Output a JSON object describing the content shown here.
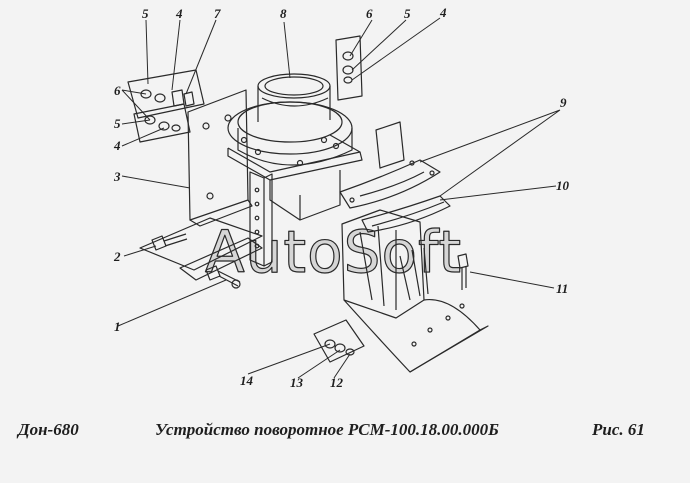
{
  "figure": {
    "watermark": "AutoSoft",
    "part_labels": [
      "1",
      "2",
      "3",
      "4",
      "4",
      "4",
      "5",
      "5",
      "5",
      "6",
      "6",
      "7",
      "8",
      "9",
      "10",
      "11",
      "12",
      "13",
      "14"
    ]
  },
  "caption": {
    "left": "Дон-680",
    "center": "Устройство поворотное РСМ-100.18.00.000Б",
    "right": "Рис.  61"
  },
  "colors": {
    "line": "#2a2a2a",
    "background": "#f3f3f3"
  }
}
